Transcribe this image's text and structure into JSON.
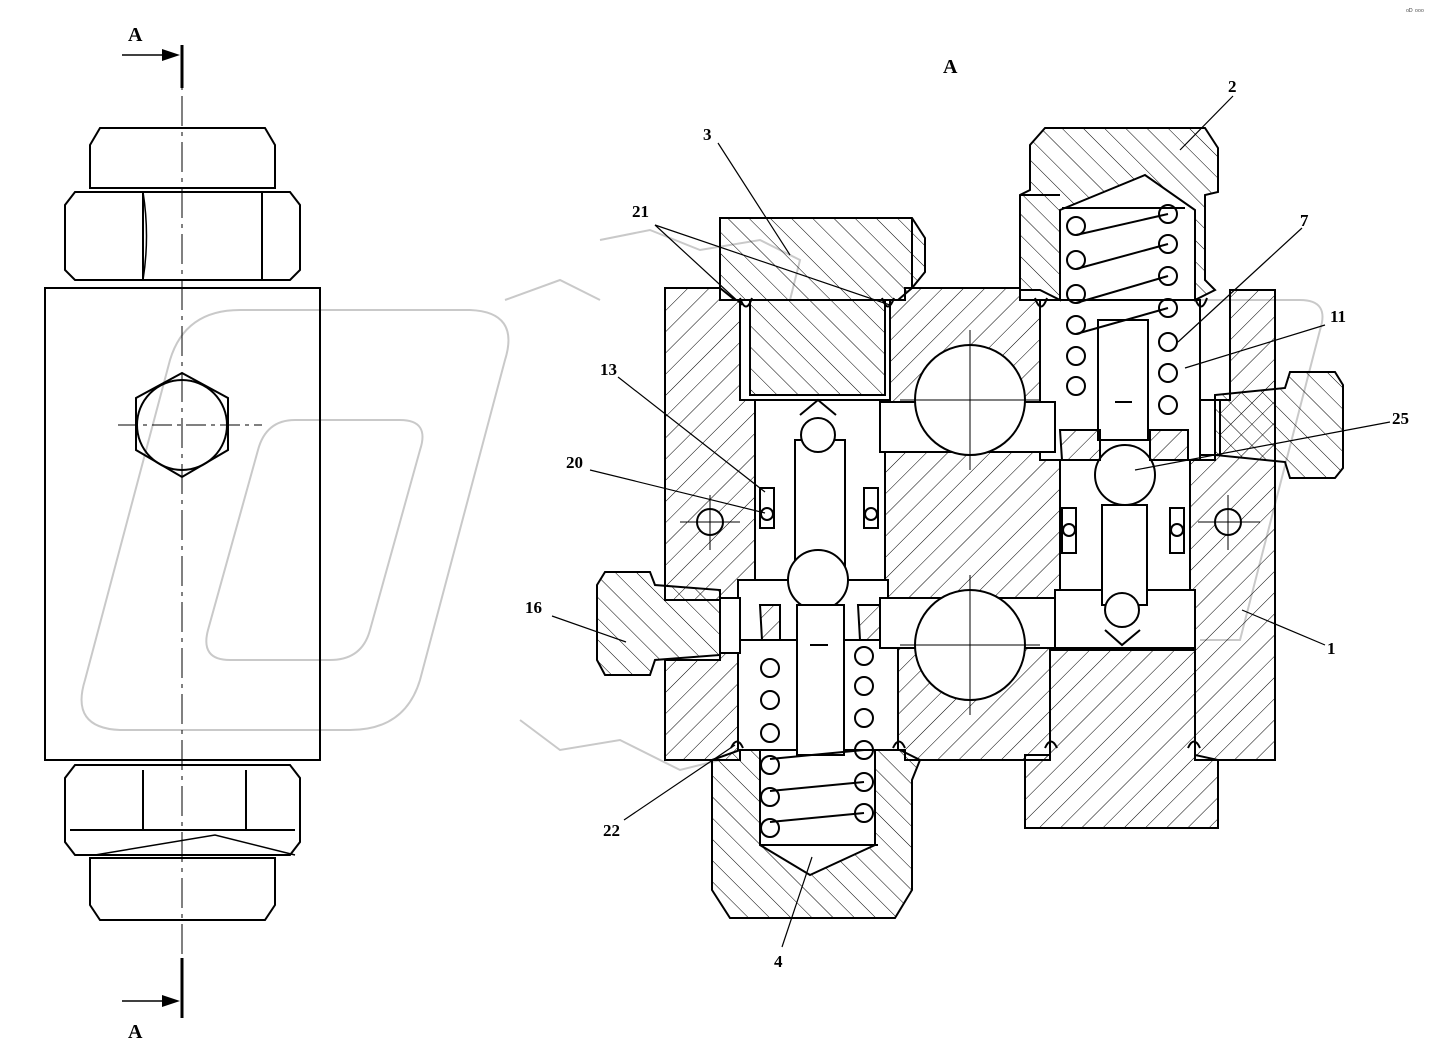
{
  "corner_mark": "ᵒᴰ ᵒᵒᵒ",
  "section": {
    "top": "A",
    "bottom": "A",
    "view": "A"
  },
  "callouts": {
    "c1": "1",
    "c2": "2",
    "c3": "3",
    "c4": "4",
    "c7": "7",
    "c11": "11",
    "c13": "13",
    "c16": "16",
    "c20": "20",
    "c21": "21",
    "c22": "22",
    "c25": "25"
  }
}
